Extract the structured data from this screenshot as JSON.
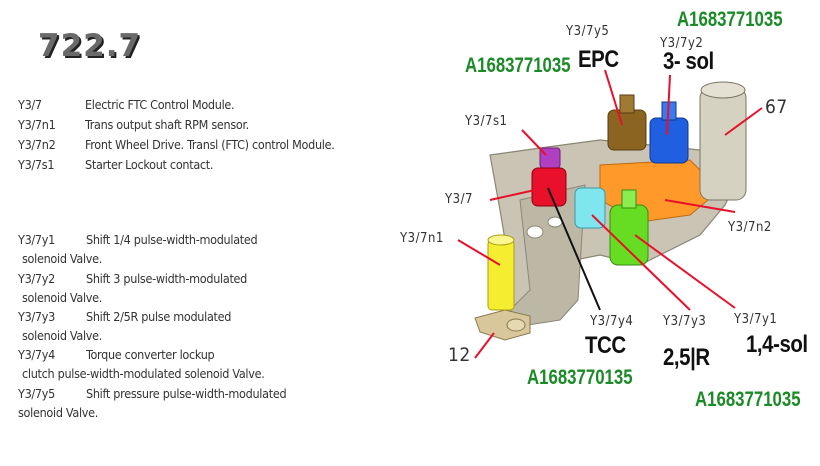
{
  "title": "722.7",
  "components": [
    {
      "code": "Y3/7",
      "desc": "Electric FTC Control Module."
    },
    {
      "code": "Y3/7n1",
      "desc": "Trans output shaft RPM sensor."
    },
    {
      "code": "Y3/7n2",
      "desc": "Front Wheel Drive. Transl (FTC) control Module."
    },
    {
      "code": "Y3/7s1",
      "desc": "Starter Lockout contact."
    }
  ],
  "solenoids": [
    {
      "code": "Y3/7y1",
      "desc": "Shift 1/4 pulse-width-modulated",
      "desc2": "solenoid Valve."
    },
    {
      "code": "Y3/7y2",
      "desc": "Shift 3 pulse-width-modulated",
      "desc2": "solenoid Valve."
    },
    {
      "code": "Y3/7y3",
      "desc": "Shift 2/5R pulse modulated",
      "desc2": "solenoid Valve."
    },
    {
      "code": "Y3/7y4",
      "desc": "Torque converter lockup",
      "desc2": "clutch pulse-width-modulated solenoid Valve."
    },
    {
      "code": "Y3/7y5",
      "desc": "Shift pressure pulse-width-modulated",
      "desc2": "solenoid Valve."
    }
  ],
  "diagram": {
    "labels": {
      "y5": "Y3/7y5",
      "y2": "Y3/7y2",
      "s1": "Y3/7s1",
      "y3_7": "Y3/7",
      "n1": "Y3/7n1",
      "n2": "Y3/7n2",
      "y4": "Y3/7y4",
      "y3": "Y3/7y3",
      "y1": "Y3/7y1",
      "c67": "67",
      "c12": "12"
    },
    "names": {
      "epc": "EPC",
      "sol3": "3- sol",
      "tcc": "TCC",
      "r25": "2,5|R",
      "sol14": "1,4-sol"
    },
    "part_numbers": {
      "epc": "A1683771035",
      "sol3": "A1683771035",
      "tcc": "A1683770135",
      "sol14": "A1683771035"
    },
    "colors": {
      "y5": "#8a6420",
      "y2": "#1f5fe0",
      "y4": "#e8102a",
      "y3": "#7fe6f0",
      "y1": "#66dd22",
      "n1": "#f5ee30",
      "n2": "#ff9a2a",
      "s1": "#b040c0",
      "body": "#c9c4b4",
      "leader": "#e8102a",
      "part": "#1c8a26"
    }
  }
}
